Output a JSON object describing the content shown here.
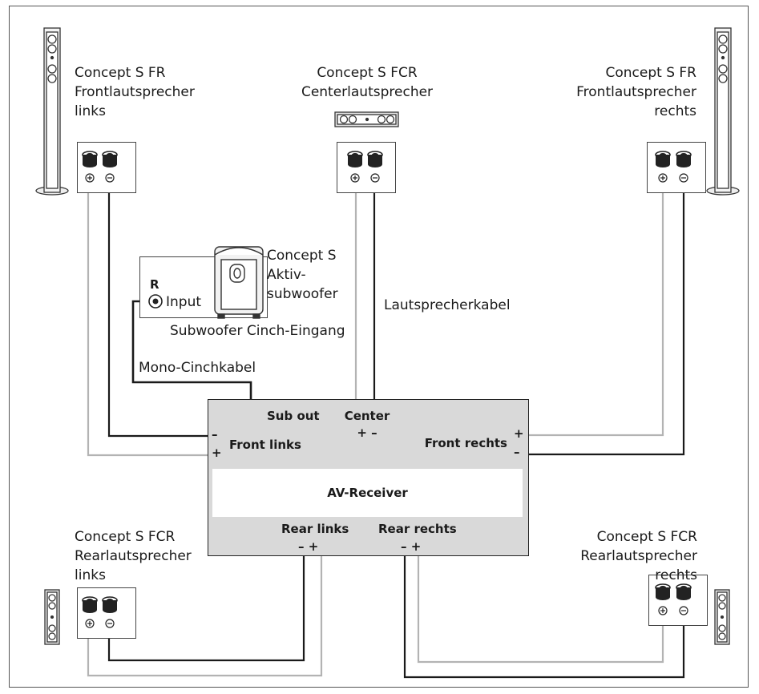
{
  "speakers": {
    "front_left": {
      "line1": "Concept S FR",
      "line2": "Frontlautsprecher",
      "line3": "links"
    },
    "center": {
      "line1": "Concept S FCR",
      "line2": "Centerlautsprecher"
    },
    "front_right": {
      "line1": "Concept S FR",
      "line2": "Frontlautsprecher",
      "line3": "rechts"
    },
    "rear_left": {
      "line1": "Concept S FCR",
      "line2": "Rearlautsprecher",
      "line3": "links"
    },
    "rear_right": {
      "line1": "Concept S FCR",
      "line2": "Rearlautsprecher",
      "line3": "rechts"
    }
  },
  "subwoofer": {
    "line1": "Concept S",
    "line2": "Aktiv-",
    "line3": "subwoofer",
    "channel": "R",
    "input_label": "Input",
    "caption": "Subwoofer Cinch-Eingang"
  },
  "cables": {
    "mono_cinch": "Mono-Cinchkabel",
    "speaker": "Lautsprecherkabel"
  },
  "receiver": {
    "title": "AV-Receiver",
    "sub_out": "Sub out",
    "center": "Center",
    "center_polarity": "+ –",
    "front_links": "Front links",
    "front_rechts": "Front rechts",
    "rear_links": "Rear links",
    "rear_rechts": "Rear rechts",
    "rear_polarity": "– +",
    "minus": "–",
    "plus": "+"
  },
  "colors": {
    "positive_wire": "#b3b3b3",
    "negative_wire": "#1a1a1a",
    "receiver_fill": "#d9d9d9"
  }
}
